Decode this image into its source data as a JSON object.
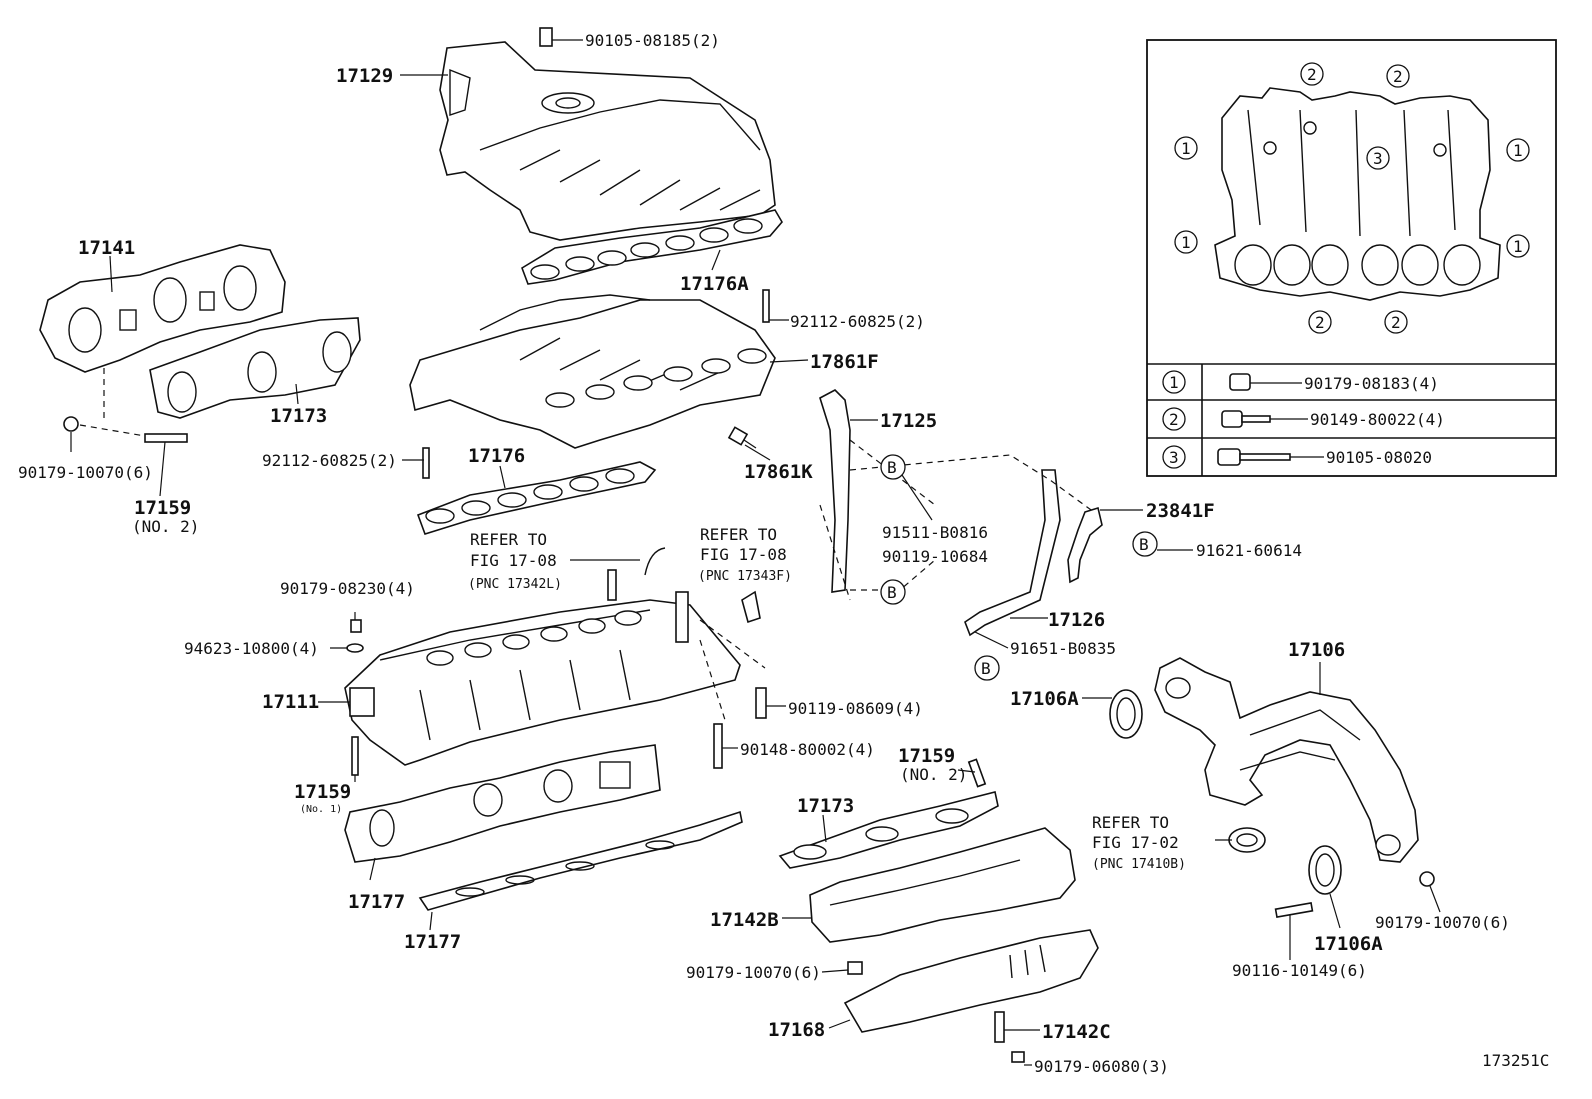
{
  "labels": {
    "p17129": "17129",
    "p90105_08185": "90105-08185(2)",
    "p17176a": "17176A",
    "p92112_top": "92112-60825(2)",
    "p17861f": "17861F",
    "p17141": "17141",
    "p17173_left": "17173",
    "p90179_10070_left": "90179-10070(6)",
    "p17159_left": "17159",
    "p17159_left_sub": "(NO. 2)",
    "p92112_mid": "92112-60825(2)",
    "p17176": "17176",
    "p17125": "17125",
    "p17861k": "17861K",
    "p91511": "91511-B0816",
    "p90119_10684": "90119-10684",
    "p23841f": "23841F",
    "p91621": "91621-60614",
    "refer1_a": "REFER TO",
    "refer1_b": "FIG 17-08",
    "refer1_c": "(PNC 17342L)",
    "refer2_a": "REFER TO",
    "refer2_b": "FIG 17-08",
    "refer2_c": "(PNC 17343F)",
    "p90179_08230": "90179-08230(4)",
    "p94623": "94623-10800(4)",
    "p17126": "17126",
    "p91651": "91651-B0835",
    "p17106": "17106",
    "p17106a_top": "17106A",
    "p17111": "17111",
    "p90119_08609": "90119-08609(4)",
    "p90148": "90148-80002(4)",
    "p17159_mid": "17159",
    "p17159_mid_sub": "(NO. 2)",
    "p17159_low": "17159",
    "p17159_low_sub": "(No. 1)",
    "p17173_right": "17173",
    "refer3_a": "REFER TO",
    "refer3_b": "FIG 17-02",
    "refer3_c": "(PNC 17410B)",
    "p17177_a": "17177",
    "p17177_b": "17177",
    "p17142b": "17142B",
    "p90179_10070_right": "90179-10070(6)",
    "p17106a_bottom": "17106A",
    "p90116": "90116-10149(6)",
    "p90179_10070_bottom": "90179-10070(6)",
    "p17168": "17168",
    "p17142c": "17142C",
    "p90179_06080": "90179-06080(3)",
    "figure_id": "173251C",
    "b_marker": "B"
  },
  "inset": {
    "markers": {
      "one": "1",
      "two": "2",
      "three": "3"
    },
    "legend": [
      {
        "marker": "1",
        "part": "90179-08183(4)",
        "icon": "nut-icon"
      },
      {
        "marker": "2",
        "part": "90149-80022(4)",
        "icon": "short-bolt-icon"
      },
      {
        "marker": "3",
        "part": "90105-08020",
        "icon": "long-bolt-icon"
      }
    ]
  }
}
